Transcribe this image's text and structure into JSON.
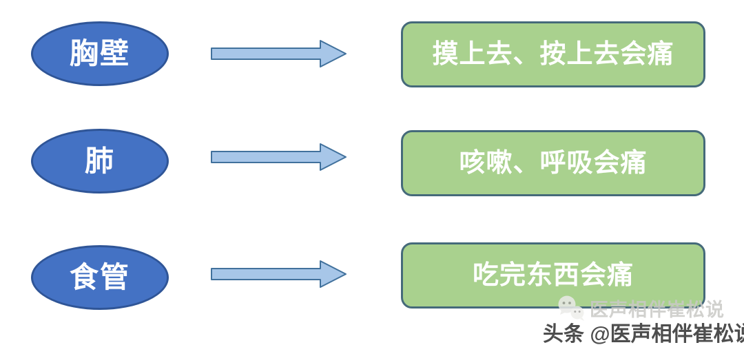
{
  "diagram": {
    "rows": [
      {
        "source": "胸壁",
        "symptom": "摸上去、按上去会痛"
      },
      {
        "source": "肺",
        "symptom": "咳嗽、呼吸会痛"
      },
      {
        "source": "食管",
        "symptom": "吃完东西会痛"
      }
    ],
    "colors": {
      "ellipse_fill": "#4472C4",
      "ellipse_border": "#2F5597",
      "arrow_fill": "#A7C6E8",
      "arrow_border": "#41719C",
      "box_fill": "#A9D18E",
      "box_border": "#456A7A",
      "shape_text": "#FFFFFF",
      "background": "#FFFFFF"
    }
  },
  "watermark": {
    "faint_icon": "chat-faces-icon",
    "faint_text": "医声相伴崔松说",
    "bottom_text": "头条 @医声相伴崔松说"
  }
}
